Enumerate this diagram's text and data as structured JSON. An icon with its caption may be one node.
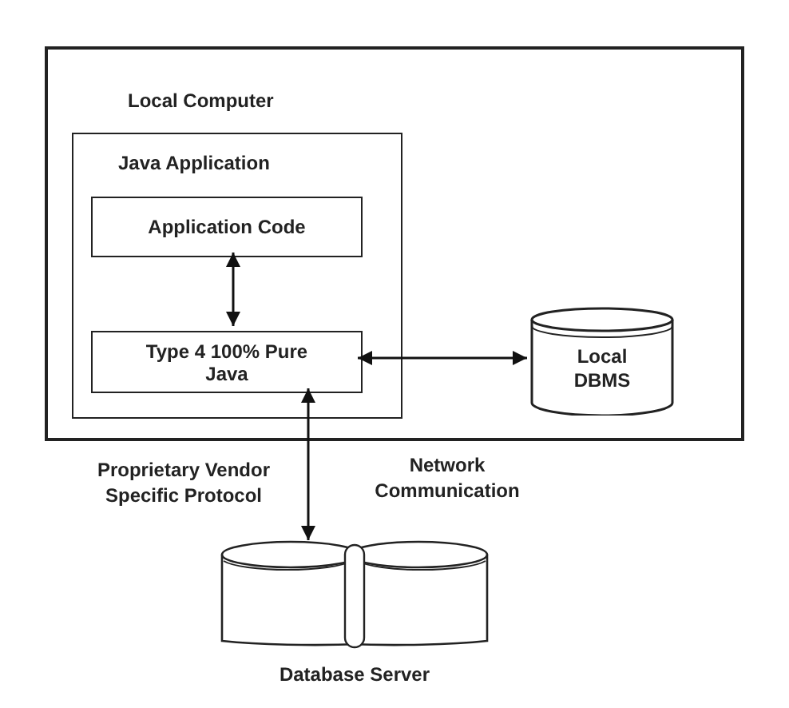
{
  "diagram": {
    "nodes": [
      {
        "text": [
          "Local Computer"
        ]
      },
      {
        "text": [
          "Java Application"
        ],
        "in": 0
      },
      {
        "text": [
          "Application Code"
        ],
        "in": 1
      },
      {
        "text": [
          "Type 4 100% Pure Java"
        ],
        "in": 1
      },
      {
        "text": [
          "Local DBMS"
        ],
        "in": 0
      },
      {
        "text": [
          "Database Server"
        ]
      }
    ],
    "edges": [
      {
        "from": 2,
        "to": 3,
        "arrow": "both"
      },
      {
        "from": 3,
        "to": 4,
        "arrow": "both"
      },
      {
        "from": 5,
        "to": 3,
        "arrow": "both"
      }
    ],
    "labels": [
      "Proprietary Vendor Specific Protocol",
      "Network Communication"
    ]
  }
}
